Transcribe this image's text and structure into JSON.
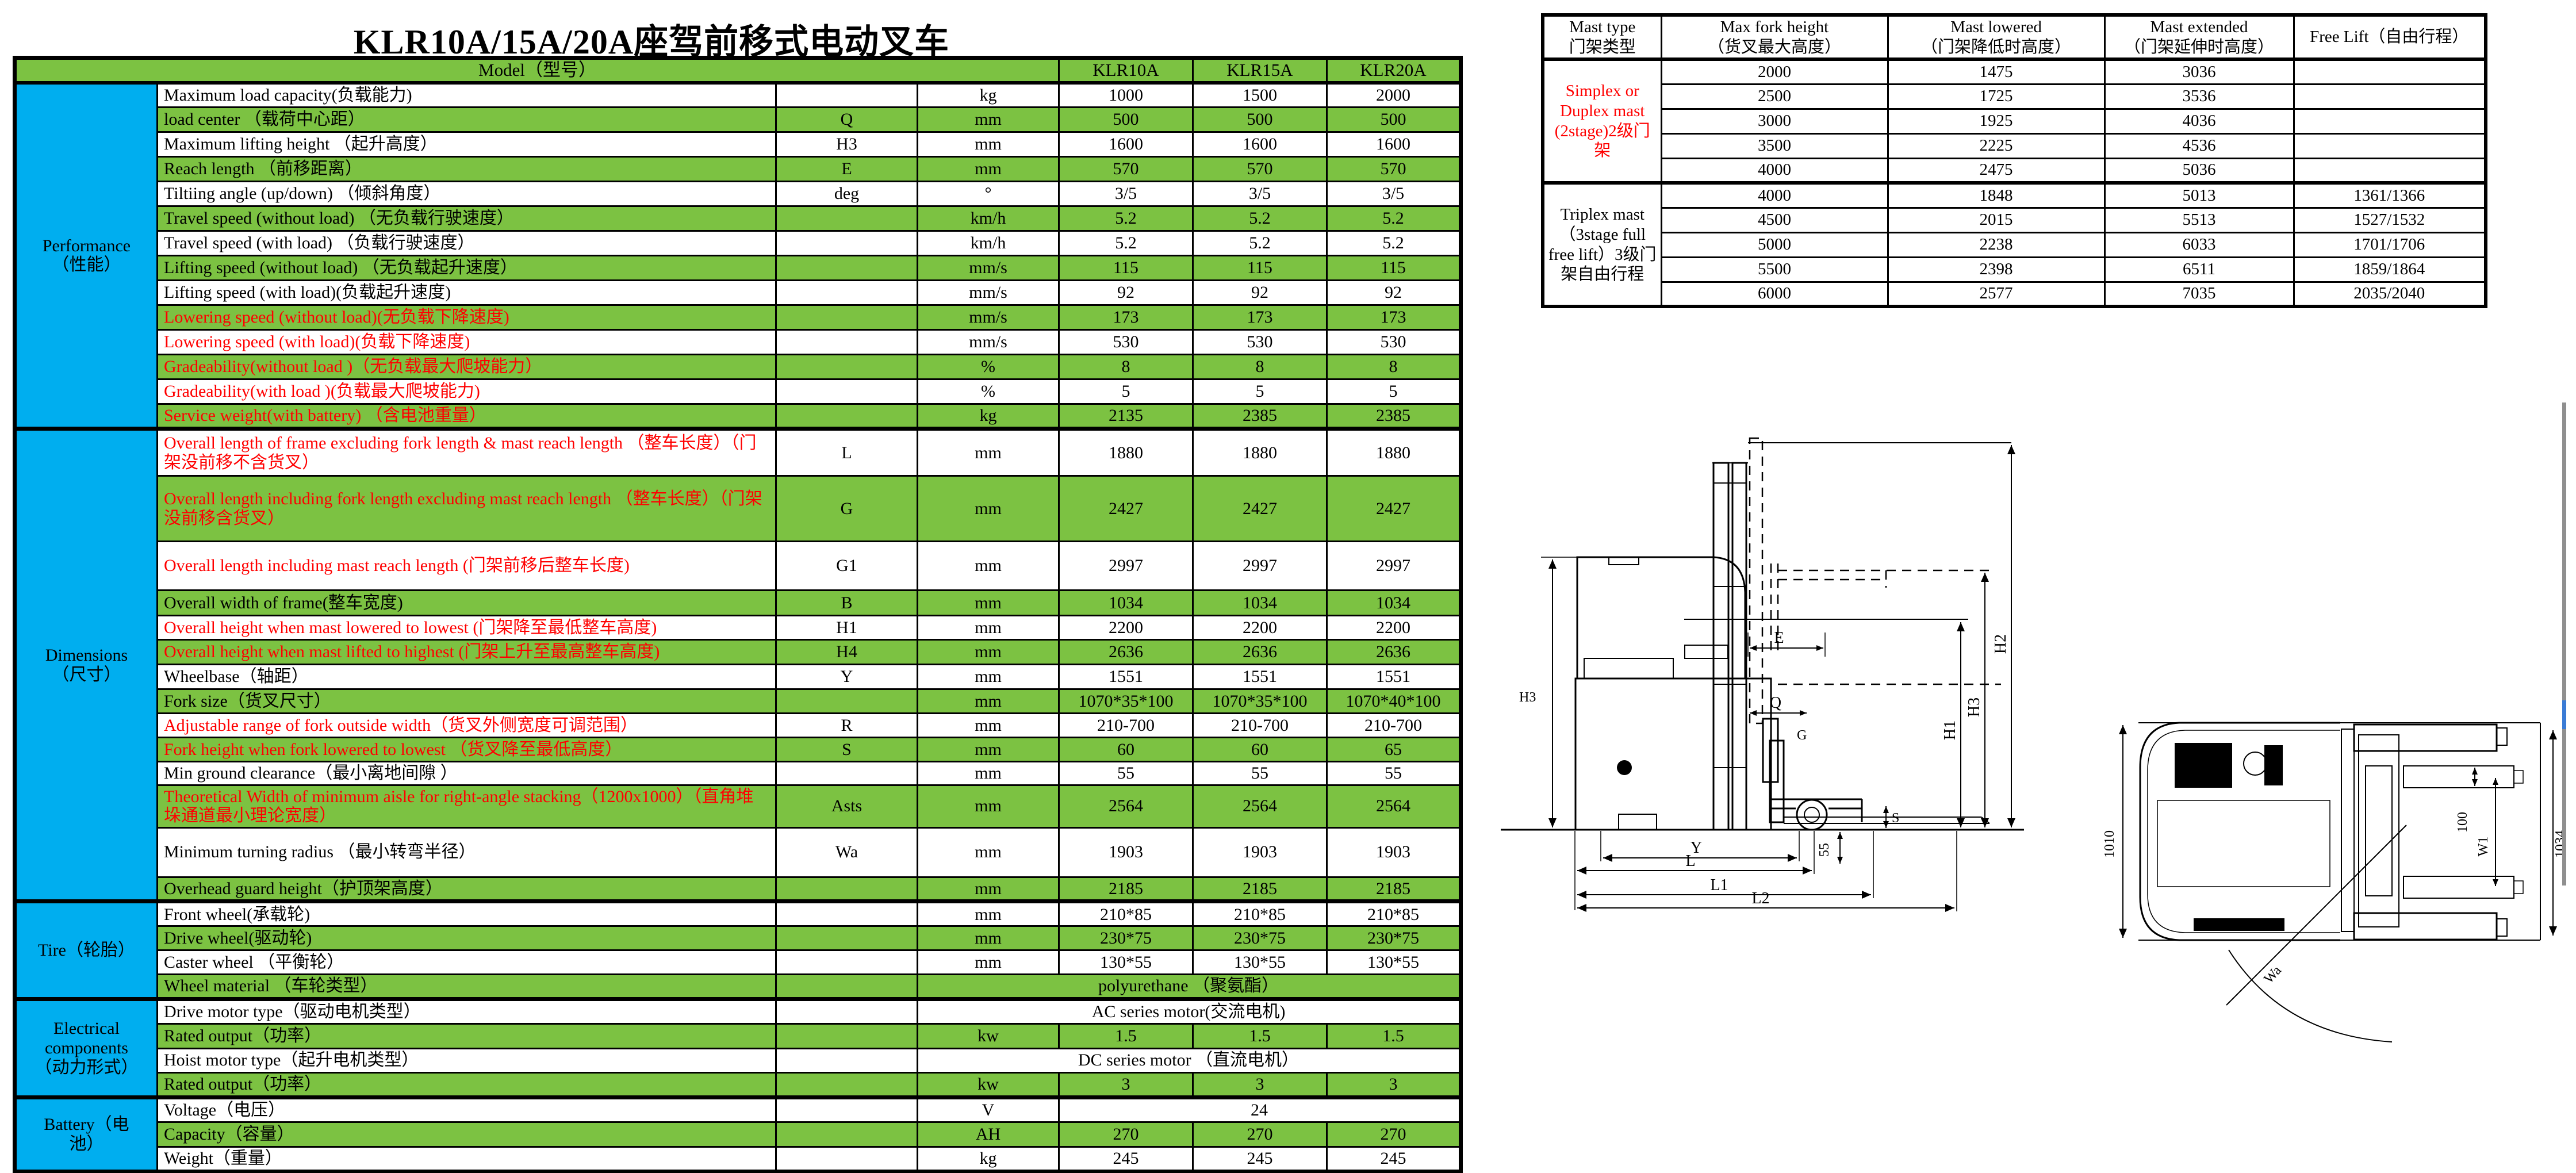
{
  "title": "KLR10A/15A/20A座驾前移式电动叉车",
  "colors": {
    "green": "#7CC242",
    "blue": "#00AEEF",
    "red": "#FF0000",
    "line": "#000000"
  },
  "spec_table": {
    "header": {
      "model_label": "Model（型号）",
      "models": [
        "KLR10A",
        "KLR15A",
        "KLR20A"
      ]
    },
    "categories": [
      {
        "label": "Performance\n（性能）",
        "span": 14
      },
      {
        "label": "Dimensions\n（尺寸）",
        "span": 14
      },
      {
        "label": "Tire（轮胎）",
        "span": 4
      },
      {
        "label": "Electrical\ncomponents\n（动力形式）",
        "span": 4
      },
      {
        "label": "Battery（电\n池）",
        "span": 3
      }
    ],
    "rows": [
      {
        "label": "Maximum load capacity(负载能力)",
        "sym": "",
        "unit": "kg",
        "vals": [
          "1000",
          "1500",
          "2000"
        ],
        "red": false
      },
      {
        "label": "load center （载荷中心距）",
        "sym": "Q",
        "unit": "mm",
        "vals": [
          "500",
          "500",
          "500"
        ],
        "red": false
      },
      {
        "label": "Maximum lifting height （起升高度）",
        "sym": "H3",
        "unit": "mm",
        "vals": [
          "1600",
          "1600",
          "1600"
        ],
        "red": false
      },
      {
        "label": "Reach length （前移距离）",
        "sym": "E",
        "unit": "mm",
        "vals": [
          "570",
          "570",
          "570"
        ],
        "red": false
      },
      {
        "label": "Tiltiing angle (up/down) （倾斜角度）",
        "sym": "deg",
        "unit": "°",
        "vals": [
          "3/5",
          "3/5",
          "3/5"
        ],
        "red": false
      },
      {
        "label": "Travel speed (without load) （无负载行驶速度）",
        "sym": "",
        "unit": "km/h",
        "vals": [
          "5.2",
          "5.2",
          "5.2"
        ],
        "red": false
      },
      {
        "label": "Travel speed (with load) （负载行驶速度）",
        "sym": "",
        "unit": "km/h",
        "vals": [
          "5.2",
          "5.2",
          "5.2"
        ],
        "red": false
      },
      {
        "label": "Lifting speed (without load) （无负载起升速度）",
        "sym": "",
        "unit": "mm/s",
        "vals": [
          "115",
          "115",
          "115"
        ],
        "red": false
      },
      {
        "label": "Lifting speed (with load)(负载起升速度)",
        "sym": "",
        "unit": "mm/s",
        "vals": [
          "92",
          "92",
          "92"
        ],
        "red": false
      },
      {
        "label": "Lowering speed (without load)(无负载下降速度)",
        "sym": "",
        "unit": "mm/s",
        "vals": [
          "173",
          "173",
          "173"
        ],
        "red": true
      },
      {
        "label": "Lowering speed (with load)(负载下降速度)",
        "sym": "",
        "unit": "mm/s",
        "vals": [
          "530",
          "530",
          "530"
        ],
        "red": true
      },
      {
        "label": "Gradeability(without load )（无负载最大爬坡能力）",
        "sym": "",
        "unit": "%",
        "vals": [
          "8",
          "8",
          "8"
        ],
        "red": true
      },
      {
        "label": "Gradeability(with load )(负载最大爬坡能力)",
        "sym": "",
        "unit": "%",
        "vals": [
          "5",
          "5",
          "5"
        ],
        "red": true
      },
      {
        "label": "Service weight(with battery) （含电池重量）",
        "sym": "",
        "unit": "kg",
        "vals": [
          "2135",
          "2385",
          "2385"
        ],
        "red": true
      },
      {
        "label": "Overall length of frame excluding fork length & mast reach length （整车长度）（门架没前移不含货叉）",
        "sym": "L",
        "unit": "mm",
        "vals": [
          "1880",
          "1880",
          "1880"
        ],
        "red": true
      },
      {
        "label": "Overall length including fork length excluding mast reach length （整车长度）（门架没前移含货叉）",
        "sym": "G",
        "unit": "mm",
        "vals": [
          "2427",
          "2427",
          "2427"
        ],
        "red": true
      },
      {
        "label": "Overall length including mast reach length (门架前移后整车长度)",
        "sym": "G1",
        "unit": "mm",
        "vals": [
          "2997",
          "2997",
          "2997"
        ],
        "red": true
      },
      {
        "label": "Overall width of frame(整车宽度)",
        "sym": "B",
        "unit": "mm",
        "vals": [
          "1034",
          "1034",
          "1034"
        ],
        "red": false
      },
      {
        "label": "Overall height when mast lowered to lowest (门架降至最低整车高度)",
        "sym": "H1",
        "unit": "mm",
        "vals": [
          "2200",
          "2200",
          "2200"
        ],
        "red": true
      },
      {
        "label": "Overall height when mast lifted to highest (门架上升至最高整车高度)",
        "sym": "H4",
        "unit": "mm",
        "vals": [
          "2636",
          "2636",
          "2636"
        ],
        "red": true
      },
      {
        "label": "Wheelbase（轴距）",
        "sym": "Y",
        "unit": "mm",
        "vals": [
          "1551",
          "1551",
          "1551"
        ],
        "red": false
      },
      {
        "label": "Fork size（货叉尺寸）",
        "sym": "",
        "unit": "mm",
        "vals": [
          "1070*35*100",
          "1070*35*100",
          "1070*40*100"
        ],
        "red": false
      },
      {
        "label": "Adjustable range of fork outside width（货叉外侧宽度可调范围）",
        "sym": "R",
        "unit": "mm",
        "vals": [
          "210-700",
          "210-700",
          "210-700"
        ],
        "red": true
      },
      {
        "label": "Fork height when fork lowered to lowest （货叉降至最低高度）",
        "sym": "S",
        "unit": "mm",
        "vals": [
          "60",
          "60",
          "65"
        ],
        "red": true
      },
      {
        "label": "Min ground clearance（最小离地间隙 ）",
        "sym": "",
        "unit": "mm",
        "vals": [
          "55",
          "55",
          "55"
        ],
        "red": false
      },
      {
        "label": "Theoretical Width of minimum  aisle for right-angle  stacking（1200x1000）（直角堆垛通道最小理论宽度）",
        "sym": "Asts",
        "unit": "mm",
        "vals": [
          "2564",
          "2564",
          "2564"
        ],
        "red": true
      },
      {
        "label": "Minimum turning radius （最小转弯半径）",
        "sym": "Wa",
        "unit": "mm",
        "vals": [
          "1903",
          "1903",
          "1903"
        ],
        "red": false
      },
      {
        "label": "Overhead guard height（护顶架高度）",
        "sym": "",
        "unit": "mm",
        "vals": [
          "2185",
          "2185",
          "2185"
        ],
        "red": false
      },
      {
        "label": "Front wheel(承载轮)",
        "sym": "",
        "unit": "mm",
        "vals": [
          "210*85",
          "210*85",
          "210*85"
        ],
        "red": false
      },
      {
        "label": "Drive wheel(驱动轮)",
        "sym": "",
        "unit": "mm",
        "vals": [
          "230*75",
          "230*75",
          "230*75"
        ],
        "red": false
      },
      {
        "label": "Caster wheel （平衡轮）",
        "sym": "",
        "unit": "mm",
        "vals": [
          "130*55",
          "130*55",
          "130*55"
        ],
        "red": false
      },
      {
        "label": "Wheel material （车轮类型）",
        "sym": "",
        "merged": "polyurethane （聚氨酯）",
        "red": false
      },
      {
        "label": "Drive motor type（驱动电机类型）",
        "sym": "",
        "merged": "AC series motor(交流电机)",
        "red": false
      },
      {
        "label": "Rated output（功率）",
        "sym": "",
        "unit": "kw",
        "vals": [
          "1.5",
          "1.5",
          "1.5"
        ],
        "red": false
      },
      {
        "label": "Hoist motor type（起升电机类型）",
        "sym": "",
        "merged": "DC series motor （直流电机）",
        "red": false
      },
      {
        "label": "Rated output（功率）",
        "sym": "",
        "unit": "kw",
        "vals": [
          "3",
          "3",
          "3"
        ],
        "red": false
      },
      {
        "label": "Voltage（电压）",
        "sym": "",
        "unit": "V",
        "merged_vals": "24",
        "red": false
      },
      {
        "label": "Capacity（容量）",
        "sym": "",
        "unit": "AH",
        "vals": [
          "270",
          "270",
          "270"
        ],
        "red": false
      },
      {
        "label": "Weight（重量）",
        "sym": "",
        "unit": "kg",
        "vals": [
          "245",
          "245",
          "245"
        ],
        "red": false
      }
    ]
  },
  "mast_table": {
    "headers": [
      "Mast type\n门架类型",
      "Max fork height\n（货叉最大高度）",
      "Mast lowered\n（门架降低时高度）",
      "Mast extended\n（门架延伸时高度）",
      "Free Lift（自由行程）"
    ],
    "groups": [
      {
        "label": "Simplex or Duplex mast (2stage)2级门架",
        "red": true,
        "rows": [
          [
            "2000",
            "1475",
            "3036",
            ""
          ],
          [
            "2500",
            "1725",
            "3536",
            ""
          ],
          [
            "3000",
            "1925",
            "4036",
            ""
          ],
          [
            "3500",
            "2225",
            "4536",
            ""
          ],
          [
            "4000",
            "2475",
            "5036",
            ""
          ]
        ]
      },
      {
        "label": "Triplex mast （3stage full free lift）3级门架自由行程",
        "red": false,
        "rows": [
          [
            "4000",
            "1848",
            "5013",
            "1361/1366"
          ],
          [
            "4500",
            "2015",
            "5513",
            "1527/1532"
          ],
          [
            "5000",
            "2238",
            "6033",
            "1701/1706"
          ],
          [
            "5500",
            "2398",
            "6511",
            "1859/1864"
          ],
          [
            "6000",
            "2577",
            "7035",
            "2035/2040"
          ]
        ]
      }
    ]
  },
  "drawings": {
    "side_labels": {
      "h3_left": "H3",
      "e": "E",
      "q": "Q",
      "g": "G",
      "s": "S",
      "n55": "55",
      "y": "Y",
      "l": "L",
      "l1": "L1",
      "l2": "L2",
      "h1": "H1",
      "h3_right": "H3",
      "h2": "H2"
    },
    "top_labels": {
      "w1010": "1010",
      "n100": "100",
      "w1": "W1",
      "w1034": "1034",
      "wa": "Wa"
    }
  }
}
